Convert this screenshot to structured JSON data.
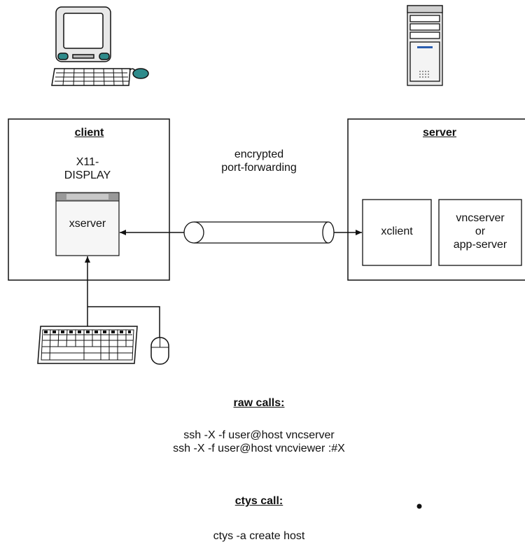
{
  "client": {
    "title": "client",
    "display_label": [
      "X11-",
      "DISPLAY"
    ],
    "xserver_label": "xserver"
  },
  "server": {
    "title": "server",
    "xclient_label": "xclient",
    "vnc_label": [
      "vncserver",
      "or",
      "app-server"
    ]
  },
  "tunnel": {
    "label": [
      "encrypted",
      "port-forwarding"
    ]
  },
  "raw_calls": {
    "heading": "raw calls:",
    "commands": [
      "ssh -X -f user@host vncserver",
      "ssh -X -f user@host vncviewer :#X"
    ]
  },
  "ctys_call": {
    "heading": "ctys call:",
    "command": "ctys -a create host"
  },
  "icons": [
    "workstation-icon",
    "server-tower-icon",
    "keyboard-icon",
    "mouse-icon"
  ]
}
